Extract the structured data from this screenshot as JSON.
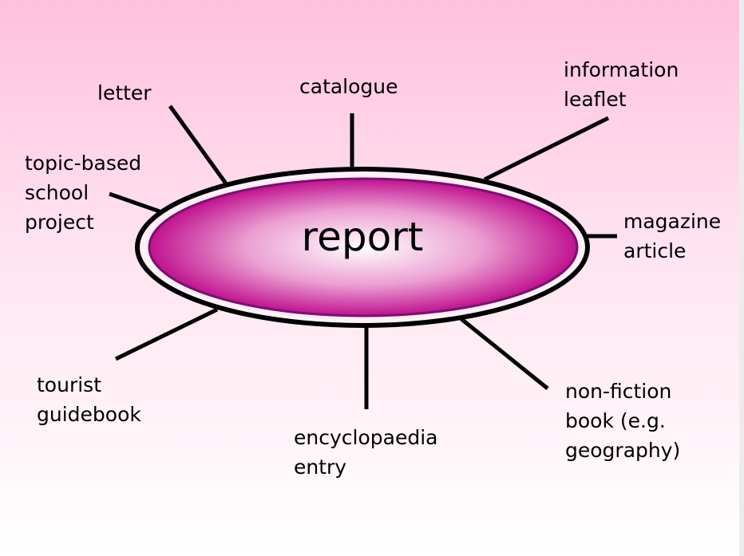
{
  "center": {
    "label": "report"
  },
  "labels": {
    "letter": "letter",
    "catalogue": "catalogue",
    "information_leaflet": "information\nleaflet",
    "topic_project": "topic-based\nschool\nproject",
    "magazine_article": "magazine\narticle",
    "tourist_guidebook": "tourist\nguidebook",
    "encyclopaedia_entry": "encyclopaedia\nentry",
    "non_fiction_book": "non-fiction\nbook (e.g.\ngeography)"
  },
  "colors": {
    "ellipse_edge": "#c0128f",
    "ellipse_center": "#ffffff",
    "background_top": "#ffc0de"
  }
}
